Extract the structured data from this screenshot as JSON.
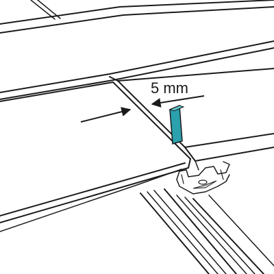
{
  "annotation": {
    "gap_label": "5 mm"
  },
  "colors": {
    "line": "#1a1a1a",
    "spacer": "#2aa1ad",
    "spacer_shadow": "#167680",
    "background": "#ffffff"
  },
  "icons": {
    "push_arrow": "right-arrow",
    "gap_arrow": "left-arrow"
  }
}
